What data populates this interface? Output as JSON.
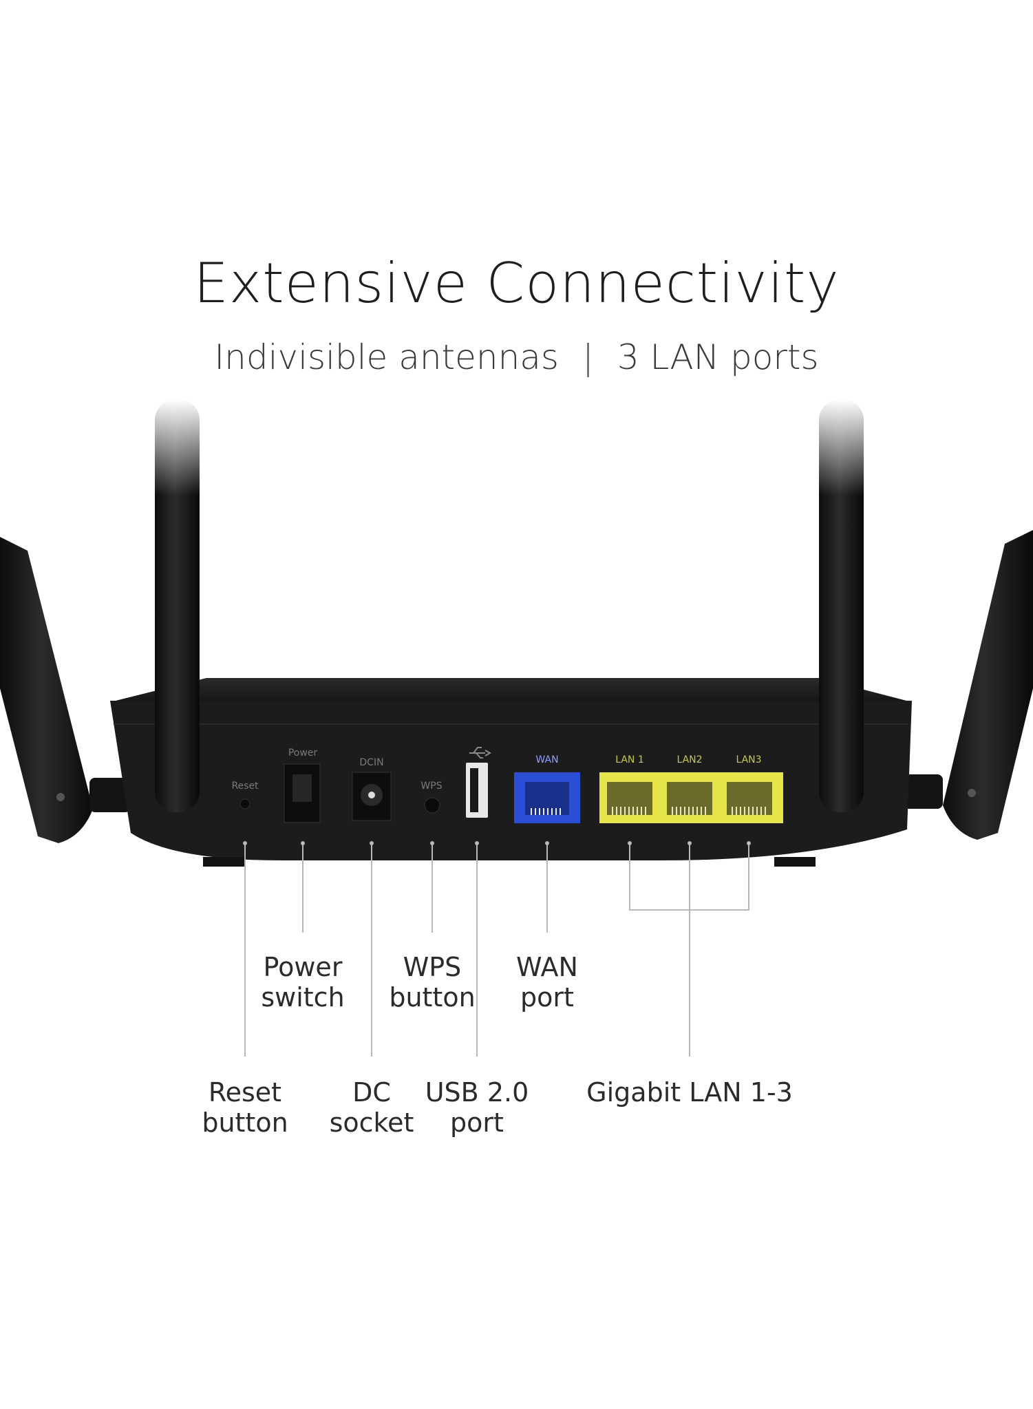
{
  "heading": {
    "title": "Extensive Connectivity",
    "subtitle_left": "Indivisible antennas",
    "subtitle_sep": "|",
    "subtitle_right": "3 LAN ports"
  },
  "panel_labels": {
    "reset": "Reset",
    "power": "Power",
    "dcin": "DCIN",
    "wps": "WPS",
    "wan": "WAN",
    "lan1": "LAN 1",
    "lan2": "LAN2",
    "lan3": "LAN3"
  },
  "callouts": {
    "power": [
      "Power",
      "switch"
    ],
    "wps": [
      "WPS",
      "button"
    ],
    "wan": [
      "WAN",
      "port"
    ],
    "reset": [
      "Reset",
      "button"
    ],
    "dc": [
      "DC",
      "socket"
    ],
    "usb": [
      "USB 2.0",
      "port"
    ],
    "lan": [
      "Gigabit LAN 1-3"
    ]
  },
  "colors": {
    "router_body": "#1c1c1c",
    "wan_port": "#2a4fd6",
    "lan_port": "#e6e64a",
    "leader_line": "#b8b8b8"
  }
}
